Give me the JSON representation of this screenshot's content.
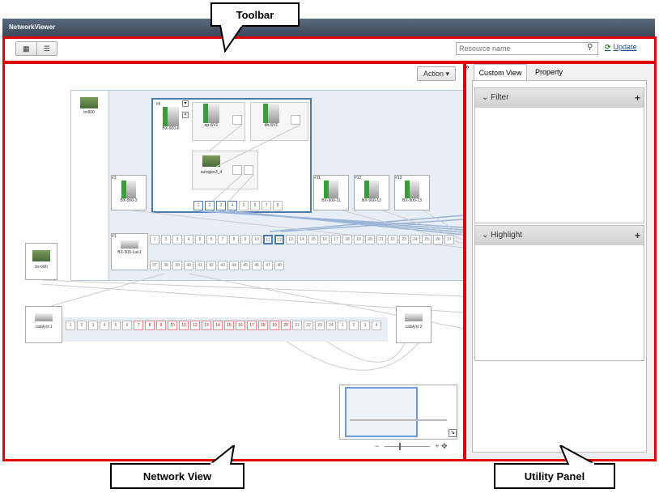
{
  "app": {
    "title": "NetworkViewer"
  },
  "toolbar": {
    "view_icons": [
      "grid-view-icon",
      "list-view-icon"
    ],
    "search_placeholder": "Resource name",
    "update_label": "Update"
  },
  "network_view": {
    "action_label": "Action",
    "nodes": {
      "bx900": {
        "label": "bx900"
      },
      "bx900_6": {
        "label": "BX-900-6",
        "index": "#6"
      },
      "ap_sv1": {
        "label": "ap-SV1"
      },
      "db_sv1": {
        "label": "db-SV1"
      },
      "autogen": {
        "label": "autogen3_4"
      },
      "bx900_3": {
        "label": "BX-900-3",
        "index": "#3"
      },
      "bx900_11": {
        "label": "BX-900-11",
        "index": "#11"
      },
      "bx900_12": {
        "label": "BX-900-12",
        "index": "#12"
      },
      "bx900_13": {
        "label": "BX-900-13",
        "index": "#13"
      },
      "bx900_swl": {
        "label": "BX-900-Lan1",
        "index": "#1"
      },
      "bx600": {
        "label": "bx-600"
      },
      "catalyst1": {
        "label": "catalyst 1"
      },
      "catalyst2": {
        "label": "catalyst 2"
      }
    },
    "vm_ports": [
      "1",
      "2",
      "3",
      "4",
      "5",
      "6",
      "7",
      "8"
    ],
    "switch_ports_row1": [
      "1",
      "2",
      "3",
      "4",
      "5",
      "6",
      "7",
      "8",
      "9",
      "10",
      "11",
      "12",
      "13",
      "14",
      "15",
      "16",
      "17",
      "18",
      "19",
      "20",
      "21",
      "22",
      "23",
      "24",
      "25",
      "26",
      "27"
    ],
    "switch_ports_row2": [
      "37",
      "38",
      "39",
      "40",
      "41",
      "42",
      "43",
      "44",
      "45",
      "46",
      "47",
      "48"
    ],
    "catalyst_ports_a": [
      "1",
      "2",
      "3",
      "4",
      "5",
      "6"
    ],
    "catalyst_ports_err": [
      "7",
      "8",
      "9",
      "10",
      "11",
      "12",
      "13",
      "14",
      "15",
      "16",
      "17",
      "18",
      "19",
      "20"
    ],
    "catalyst_ports_b": [
      "21",
      "22",
      "23",
      "24"
    ],
    "catalyst_ports_c": [
      "1",
      "2",
      "3",
      "4"
    ]
  },
  "utility_panel": {
    "tabs": [
      "Custom View",
      "Property"
    ],
    "filter_label": "Filter",
    "highlight_label": "Highlight"
  },
  "callouts": {
    "toolbar": "Toolbar",
    "network_view": "Network View",
    "utility_panel": "Utility Panel"
  }
}
